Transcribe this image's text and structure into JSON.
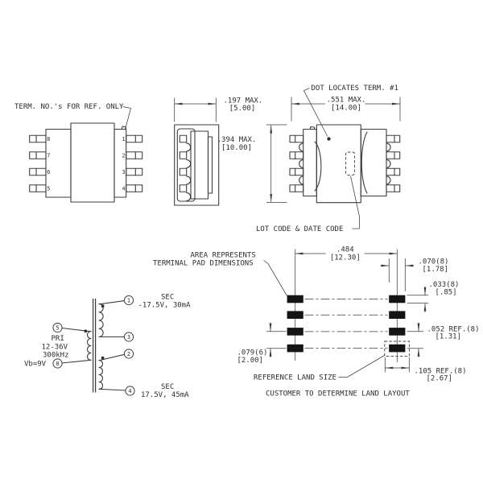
{
  "colors": {
    "background": "#ffffff",
    "line": "#3d3d3d",
    "text": "#2e2e2e",
    "pad": "#141414"
  },
  "top_view": {
    "note": "TERM. NO.'s FOR REF. ONLY",
    "pins_left": [
      "8",
      "7",
      "6",
      "5"
    ],
    "pins_right": [
      "1",
      "2",
      "3",
      "4"
    ]
  },
  "side_view": {
    "depth_in": ".197 MAX.",
    "depth_mm": "[5.00]"
  },
  "bottom_view": {
    "dot_note": "DOT LOCATES TERM. #1",
    "lot_note": "LOT CODE & DATE CODE",
    "width_in": ".551 MAX.",
    "width_mm": "[14.00]",
    "height_in": ".394 MAX.",
    "height_mm": "[10.00]"
  },
  "schematic": {
    "sec1_label": "SEC",
    "sec1_rating": "-17.5V, 30mA",
    "sec2_label": "SEC",
    "sec2_rating": "17.5V, 45mA",
    "pri_label": "PRI",
    "pri_voltage": "12-36V",
    "pri_freq": "300kHz",
    "pri_bias": "Vb=9V",
    "terminals": {
      "t1": "1",
      "t2": "2",
      "t3": "3",
      "t4": "4",
      "t5": "5",
      "t8": "8"
    }
  },
  "land_pattern": {
    "note1": "AREA REPRESENTS",
    "note2": "TERMINAL PAD DIMENSIONS",
    "ref_land_note": "REFERENCE LAND SIZE",
    "customer_note": "CUSTOMER TO DETERMINE LAND LAYOUT",
    "span_in": ".484",
    "span_mm": "[12.30]",
    "pad_w_in": ".070(8)",
    "pad_w_mm": "[1.78]",
    "pad_h_in": ".033(8)",
    "pad_h_mm": "[.85]",
    "pitch_r_in": ".052 REF.(8)",
    "pitch_r_mm": "[1.31]",
    "pitch_l_in": ".079(6)",
    "pitch_l_mm": "[2.00]",
    "land_w_in": ".105 REF.(8)",
    "land_w_mm": "[2.67]"
  }
}
